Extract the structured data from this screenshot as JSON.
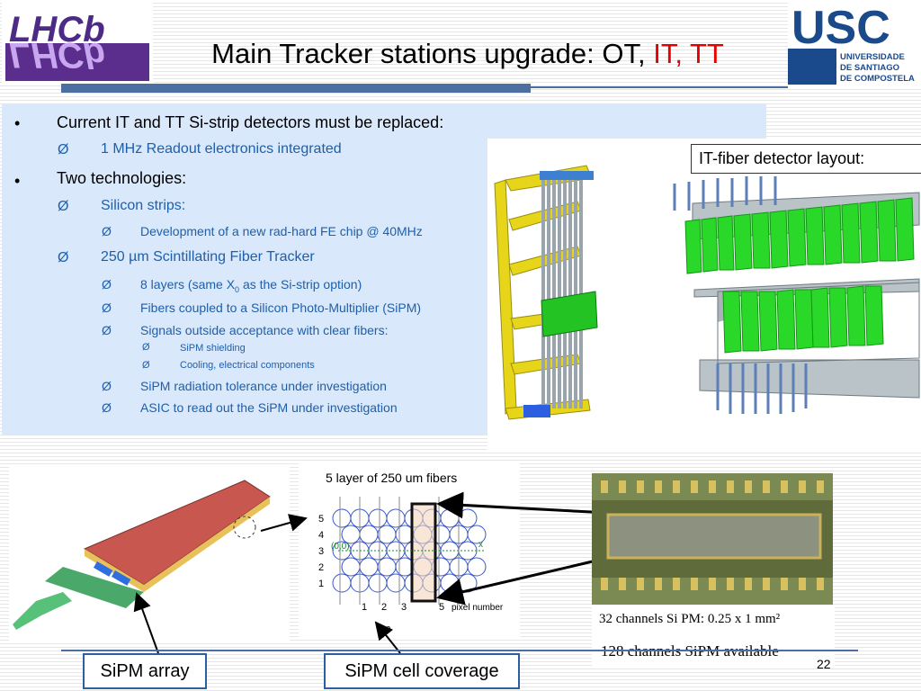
{
  "header": {
    "title_prefix": "Main Tracker stations upgrade: OT, ",
    "title_highlight": "IT, TT",
    "lhcb_logo_text": "LHCb",
    "usc_logo": {
      "abbrev": "USC",
      "line1": "UNIVERSIDADE",
      "line2": "DE SANTIAGO",
      "line3": "DE COMPOSTELA"
    }
  },
  "bullets": [
    {
      "marker": "•",
      "text": "Current IT and TT Si-strip detectors must be replaced:"
    },
    {
      "marker": "Ø",
      "text": "1 MHz Readout electronics integrated"
    },
    {
      "marker": "•",
      "text": "Two technologies:"
    },
    {
      "marker": "Ø",
      "text": "Silicon strips:"
    },
    {
      "marker": "Ø",
      "text": "Development of a new rad-hard FE chip @ 40MHz"
    },
    {
      "marker": "Ø",
      "text": "250 µm Scintillating Fiber Tracker"
    },
    {
      "marker": "Ø",
      "text_before_sub": "8 layers (same X",
      "sub": "0",
      "text_after_sub": " as the Si-strip option)"
    },
    {
      "marker": "Ø",
      "text": "Fibers coupled to a Silicon Photo-Multiplier (SiPM)"
    },
    {
      "marker": "Ø",
      "text": "Signals outside acceptance with clear fibers:"
    },
    {
      "marker": "Ø",
      "text": "SiPM shielding"
    },
    {
      "marker": "Ø",
      "text": "Cooling, electrical components"
    },
    {
      "marker": "Ø",
      "text": "SiPM radiation tolerance under investigation"
    },
    {
      "marker": "Ø",
      "text": "ASIC to read out the SiPM under investigation"
    }
  ],
  "figures": {
    "it_fiber_label": "IT-fiber detector layout:",
    "fiber_diagram": {
      "title": "5 layer of 250 um fibers",
      "layer_numbers": [
        "5",
        "4",
        "3",
        "2",
        "1"
      ],
      "origin_label": "(0,0)",
      "x_axis_label": "x",
      "pixel_numbers": [
        "1",
        "2",
        "3",
        "5"
      ],
      "pixel_axis_label": "pixel number",
      "theta_label": "θ"
    },
    "chip_caption_1": "32 channels Si PM: 0.25 x 1 mm²",
    "chip_caption_2": "128 channels SiPM available"
  },
  "captions": {
    "sipm_array": "SiPM array",
    "sipm_cell_coverage": "SiPM cell coverage"
  },
  "slide_number": "22"
}
